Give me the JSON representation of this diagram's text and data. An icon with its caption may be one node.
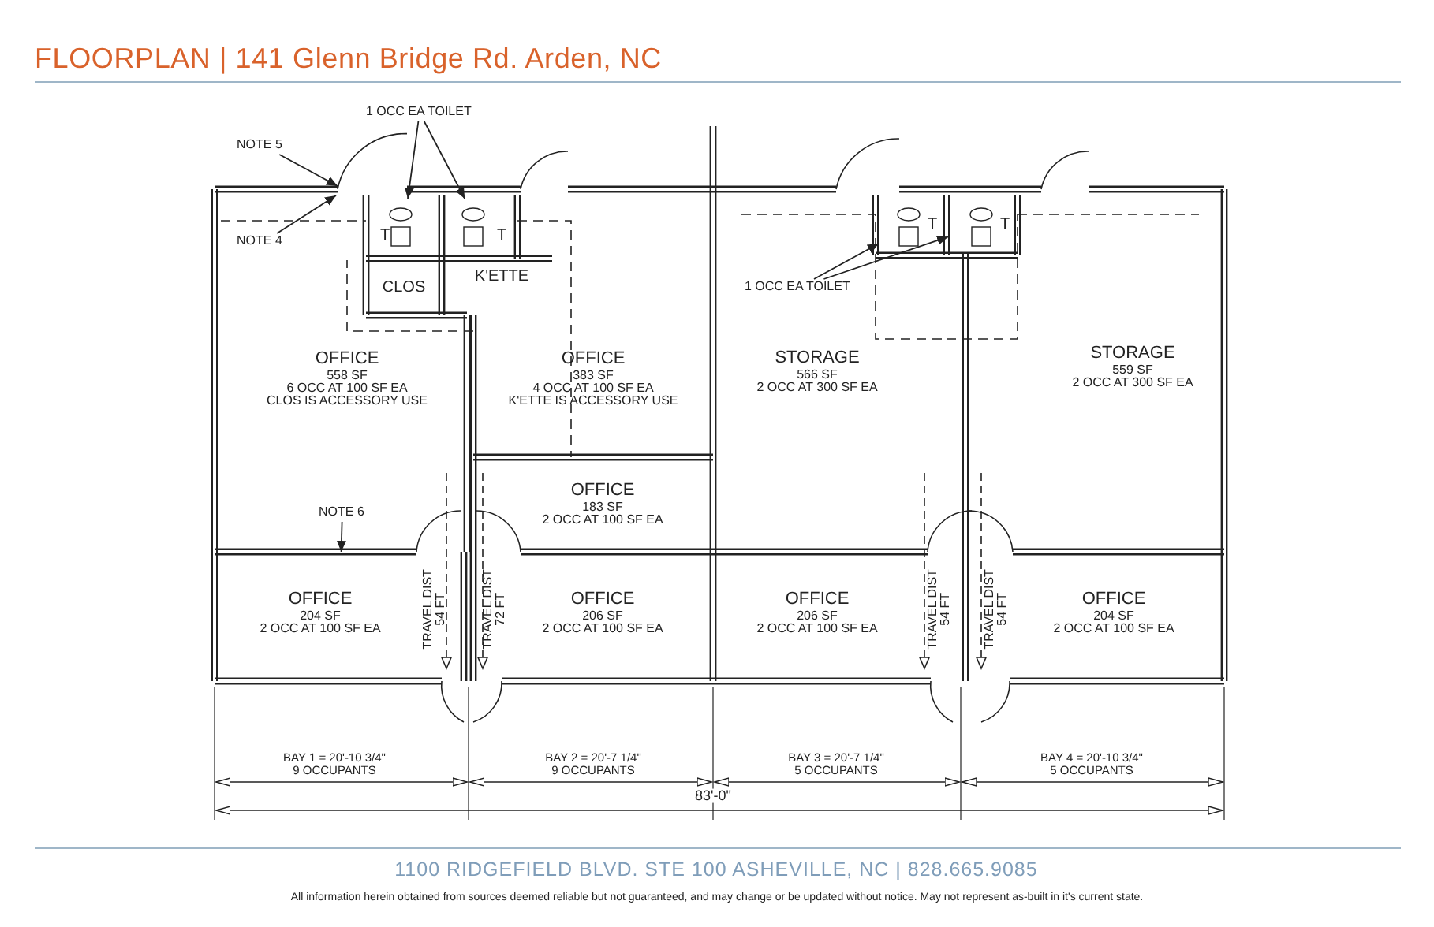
{
  "diagram": {
    "title": "FLOORPLAN | 141 Glenn Bridge Rd. Arden, NC",
    "caption": "All information herein obtained from sources deemed reliable but not guaranteed, and may change or be updated without notice. May not represent as-built in it's current state.",
    "nodes": [
      {
        "text": [
          "NOTE 5"
        ]
      },
      {
        "text": [
          "NOTE 4"
        ]
      },
      {
        "text": [
          "1 OCC EA TOILET"
        ]
      },
      {
        "text": [
          "T"
        ]
      },
      {
        "text": [
          "T"
        ]
      },
      {
        "text": [
          "CLOS"
        ]
      },
      {
        "text": [
          "K'ETTE"
        ]
      },
      {
        "text": [
          "OFFICE",
          "558 SF",
          "6 OCC AT 100 SF EA",
          "CLOS IS ACCESSORY USE"
        ]
      },
      {
        "text": [
          "OFFICE",
          "383 SF",
          "4 OCC AT 100 SF EA",
          "K'ETTE IS ACCESSORY USE"
        ]
      },
      {
        "text": [
          "1 OCC EA TOILET"
        ]
      },
      {
        "text": [
          "T"
        ]
      },
      {
        "text": [
          "T"
        ]
      },
      {
        "text": [
          "STORAGE",
          "566 SF",
          "2 OCC AT 300 SF EA"
        ]
      },
      {
        "text": [
          "STORAGE",
          "559 SF",
          "2 OCC AT 300 SF EA"
        ]
      },
      {
        "text": [
          "NOTE 6"
        ]
      },
      {
        "text": [
          "OFFICE",
          "183 SF",
          "2 OCC AT 100 SF EA"
        ]
      },
      {
        "text": [
          "OFFICE",
          "204 SF",
          "2 OCC AT 100 SF EA"
        ]
      },
      {
        "text": [
          "OFFICE",
          "206 SF",
          "2 OCC AT 100 SF EA"
        ]
      },
      {
        "text": [
          "OFFICE",
          "206 SF",
          "2 OCC AT 100 SF EA"
        ]
      },
      {
        "text": [
          "OFFICE",
          "204 SF",
          "2 OCC AT 100 SF EA"
        ]
      }
    ],
    "edges": [
      {
        "from": 0,
        "to": null,
        "arrow": "to"
      },
      {
        "from": 1,
        "to": null,
        "arrow": "to"
      },
      {
        "from": 2,
        "to": 3,
        "arrow": "to"
      },
      {
        "from": 2,
        "to": 4,
        "arrow": "to"
      },
      {
        "from": 9,
        "to": 10,
        "arrow": "to"
      },
      {
        "from": 9,
        "to": 11,
        "arrow": "to"
      },
      {
        "from": 14,
        "to": 16,
        "arrow": "to"
      }
    ],
    "labels": [
      "TRAVEL DIST 54 FT",
      "TRAVEL DIST 72 FT",
      "TRAVEL DIST 54 FT",
      "TRAVEL DIST 54 FT",
      "BAY 1 = 20'-10 3/4\"",
      "9 OCCUPANTS",
      "BAY 2 = 20'-7 1/4\"",
      "9 OCCUPANTS",
      "BAY 3 = 20'-7 1/4\"",
      "5 OCCUPANTS",
      "BAY 4 = 20'-10 3/4\"",
      "5 OCCUPANTS",
      "83'-0\"",
      "1100 RIDGEFIELD BLVD. STE 100 ASHEVILLE, NC | 828.665.9085"
    ]
  }
}
